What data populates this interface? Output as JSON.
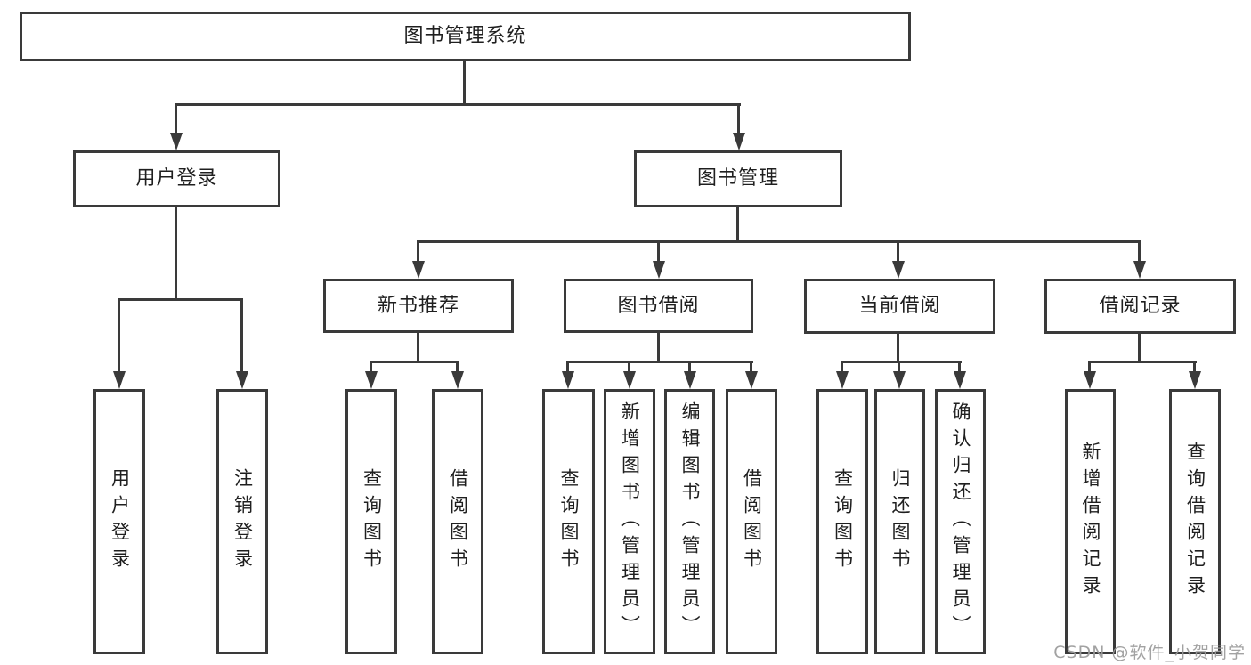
{
  "colors": {
    "line": "#3a3a3a",
    "text": "#1f1f1f",
    "watermark_gray": "#9b9b9b",
    "background": "#ffffff"
  },
  "watermark": {
    "text": "CSDN @软件_小贺同学"
  },
  "diagram": {
    "type": "hierarchy-tree",
    "root": {
      "label": "图书管理系统"
    },
    "level2": {
      "user_login": {
        "label": "用户登录"
      },
      "book_mgmt": {
        "label": "图书管理"
      }
    },
    "level3": {
      "new_book_rec": {
        "label": "新书推荐"
      },
      "book_borrow": {
        "label": "图书借阅"
      },
      "current_borrow": {
        "label": "当前借阅"
      },
      "borrow_record": {
        "label": "借阅记录"
      }
    },
    "leaves": {
      "ul_login": {
        "label": "用户登录"
      },
      "ul_logout": {
        "label": "注销登录"
      },
      "nb_query": {
        "label": "查询图书"
      },
      "nb_borrow": {
        "label": "借阅图书"
      },
      "bb_query": {
        "label": "查询图书"
      },
      "bb_add": {
        "label": "新增图书（管理员）"
      },
      "bb_edit": {
        "label": "编辑图书（管理员）"
      },
      "bb_borrow": {
        "label": "借阅图书"
      },
      "cb_query": {
        "label": "查询图书"
      },
      "cb_return": {
        "label": "归还图书"
      },
      "cb_confirm": {
        "label": "确认归还（管理员）"
      },
      "br_add": {
        "label": "新增借阅记录"
      },
      "br_query": {
        "label": "查询借阅记录"
      }
    },
    "hierarchy": {
      "图书管理系统": {
        "用户登录": [
          "用户登录",
          "注销登录"
        ],
        "图书管理": {
          "新书推荐": [
            "查询图书",
            "借阅图书"
          ],
          "图书借阅": [
            "查询图书",
            "新增图书（管理员）",
            "编辑图书（管理员）",
            "借阅图书"
          ],
          "当前借阅": [
            "查询图书",
            "归还图书",
            "确认归还（管理员）"
          ],
          "借阅记录": [
            "新增借阅记录",
            "查询借阅记录"
          ]
        }
      }
    }
  }
}
